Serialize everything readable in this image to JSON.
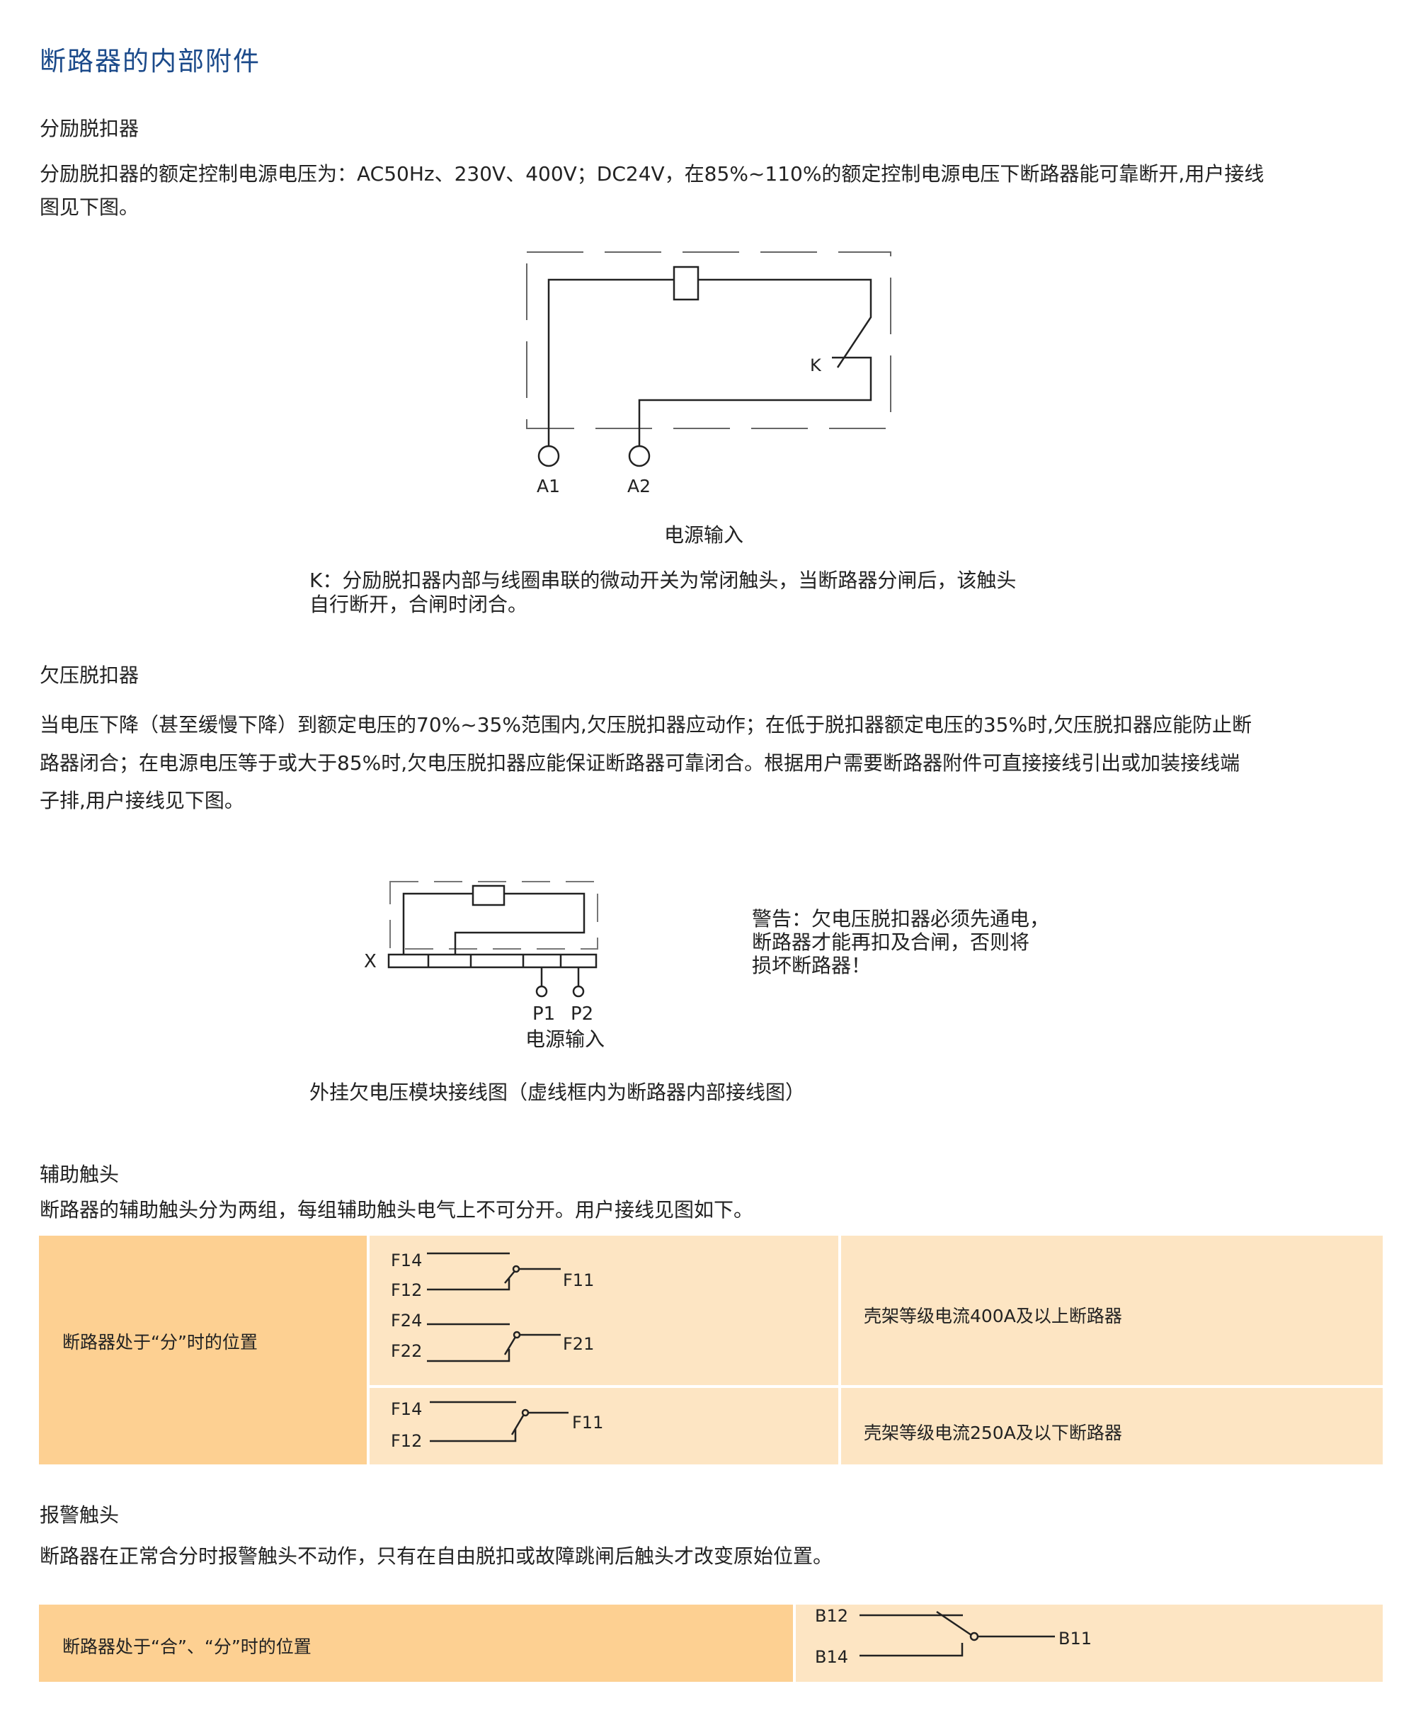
{
  "page_title": "断路器的内部附件",
  "shunt": {
    "heading": "分励脱扣器",
    "para_lines": [
      "分励脱扣器的额定控制电源电压为：AC50Hz、230V、400V；DC24V，在85%~110%的额定控制电源电压下断路器能可靠断开,用户接线",
      "图见下图。"
    ],
    "diagram": {
      "k_label": "K",
      "a1": "A1",
      "a2": "A2",
      "caption": "电源输入"
    },
    "note_lines": [
      "K：分励脱扣器内部与线圈串联的微动开关为常闭触头，当断路器分闸后，该触头",
      "自行断开，合闸时闭合。"
    ]
  },
  "undervoltage": {
    "heading": "欠压脱扣器",
    "para_lines": [
      "当电压下降（甚至缓慢下降）到额定电压的70%~35%范围内,欠压脱扣器应动作；在低于脱扣器额定电压的35%时,欠压脱扣器应能防止断",
      "路器闭合；在电源电压等于或大于85%时,欠电压脱扣器应能保证断路器可靠闭合。根据用户需要断路器附件可直接接线引出或加装接线端",
      "子排,用户接线见下图。"
    ],
    "diagram": {
      "x_label": "X",
      "p1": "P1",
      "p2": "P2",
      "power": "电源输入"
    },
    "warning_lines": [
      "警告：欠电压脱扣器必须先通电，",
      "断路器才能再扣及合闸，否则将",
      "损坏断路器！"
    ],
    "caption": "外挂欠电压模块接线图（虚线框内为断路器内部接线图）"
  },
  "auxiliary": {
    "heading": "辅助触头",
    "desc": "断路器的辅助触头分为两组，每组辅助触头电气上不可分开。用户接线见图如下。",
    "position_label": "断路器处于“分”时的位置",
    "rows": [
      {
        "labels": {
          "f14": "F14",
          "f12": "F12",
          "f11": "F11",
          "f24": "F24",
          "f22": "F22",
          "f21": "F21"
        },
        "description": "壳架等级电流400A及以上断路器"
      },
      {
        "labels": {
          "f14": "F14",
          "f12": "F12",
          "f11": "F11"
        },
        "description": "壳架等级电流250A及以下断路器"
      }
    ]
  },
  "alarm": {
    "heading": "报警触头",
    "desc": "断路器在正常合分时报警触头不动作，只有在自由脱扣或故障跳闸后触头才改变原始位置。",
    "position_label": "断路器处于“合”、“分”时的位置",
    "labels": {
      "b12": "B12",
      "b14": "B14",
      "b11": "B11"
    }
  },
  "colors": {
    "title": "#1b4a8a",
    "cell_dark": "#fdd092",
    "cell_light": "#fde5c3"
  }
}
